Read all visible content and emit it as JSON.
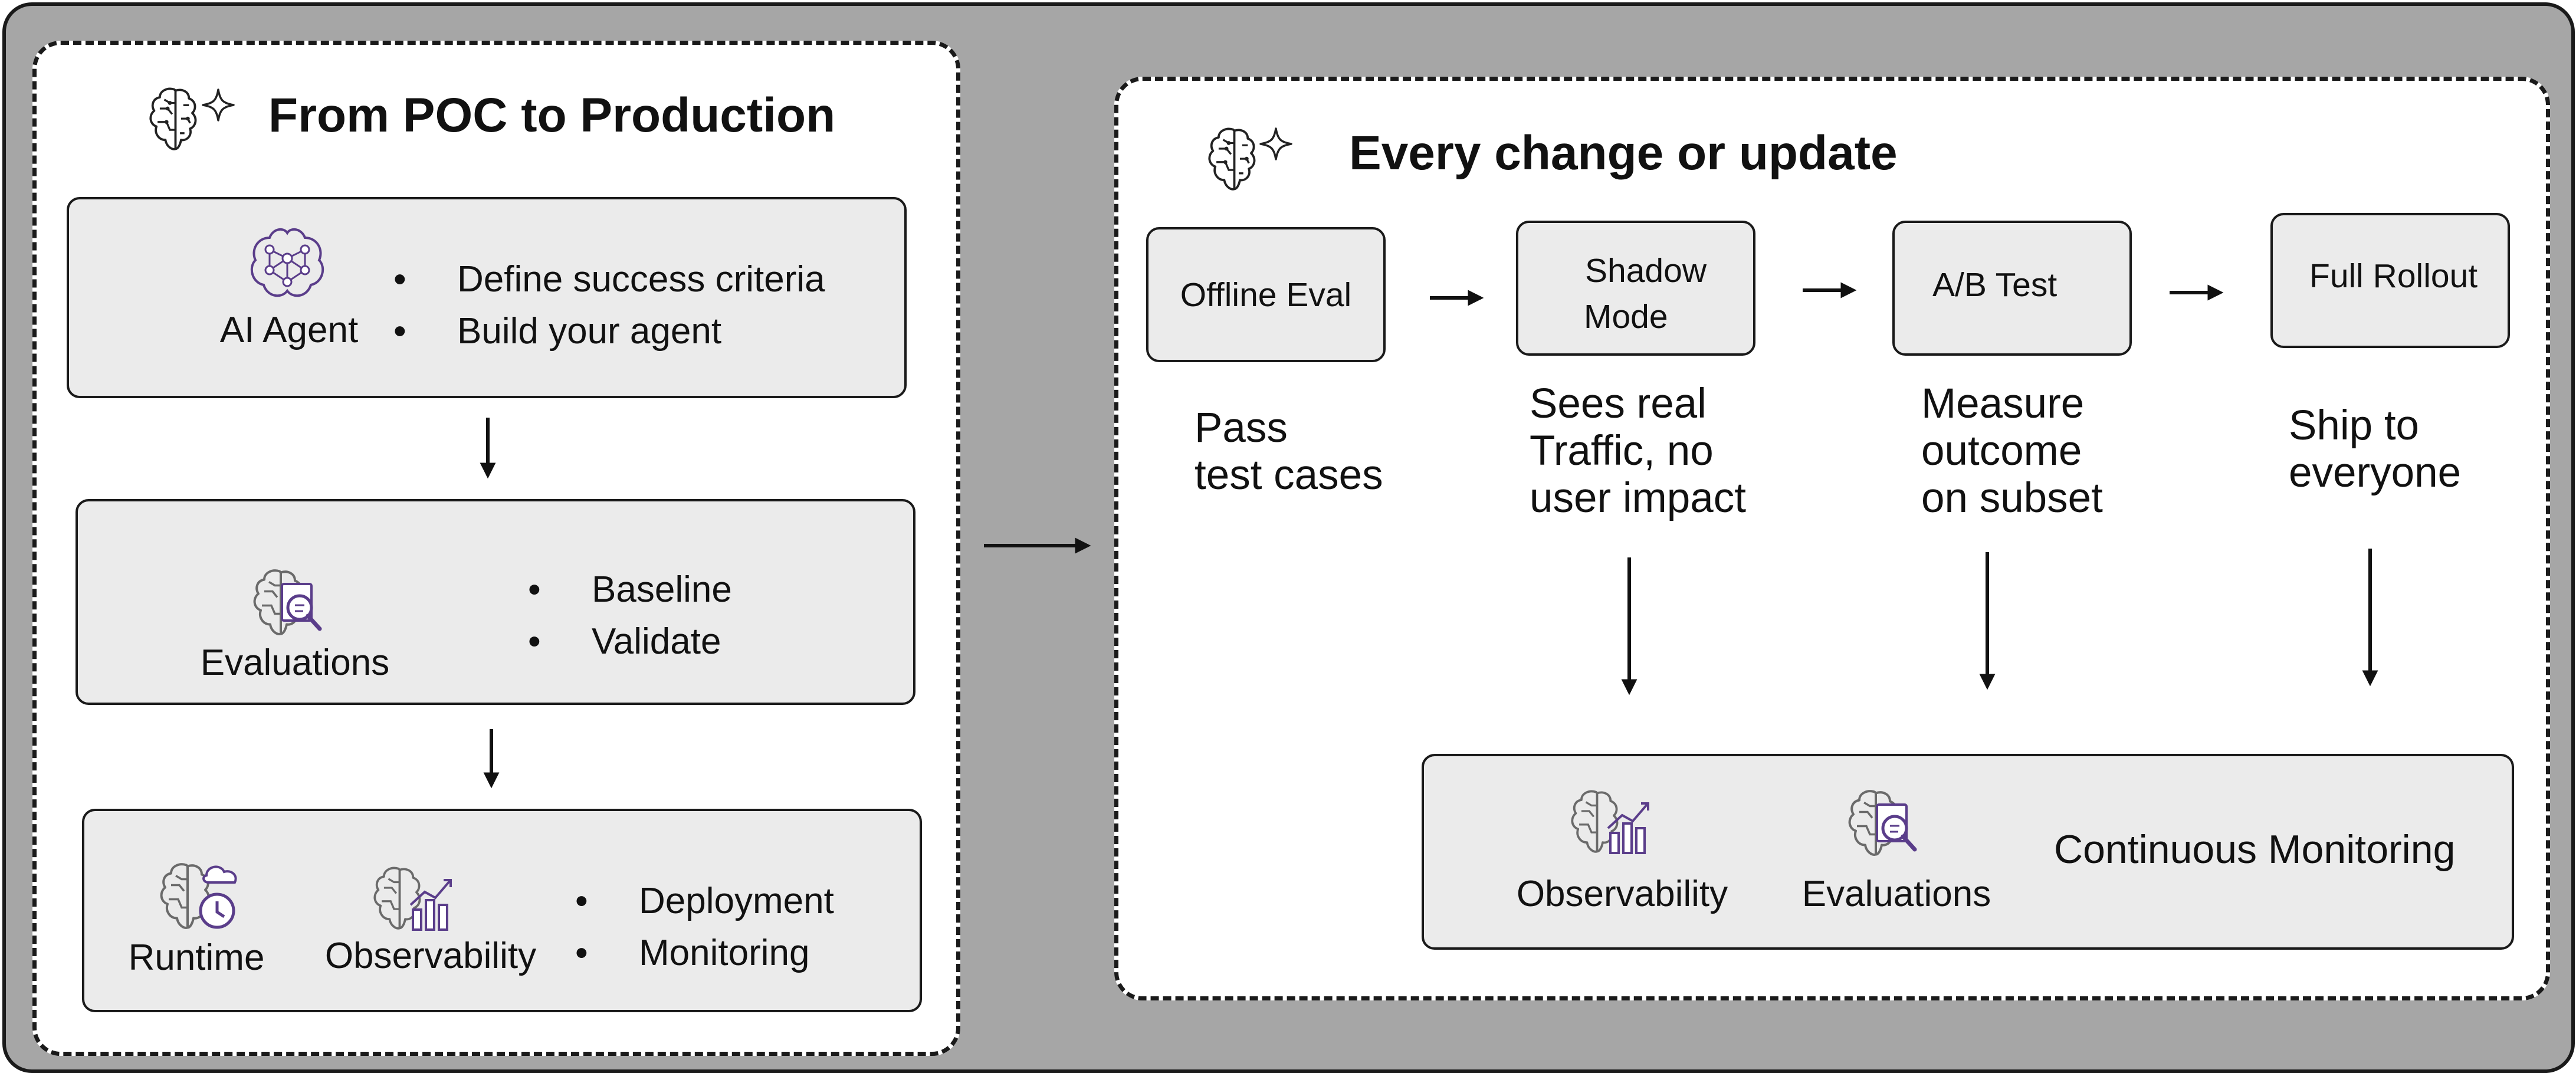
{
  "left_panel": {
    "title": "From POC to Production",
    "stage1": {
      "label": "AI Agent",
      "bullets": [
        "Define success criteria",
        "Build your agent"
      ]
    },
    "stage2": {
      "label": "Evaluations",
      "bullets": [
        "Baseline",
        "Validate"
      ]
    },
    "stage3": {
      "labels": [
        "Runtime",
        "Observability"
      ],
      "bullets": [
        "Deployment",
        "Monitoring"
      ]
    }
  },
  "right_panel": {
    "title": "Every change or update",
    "steps": [
      {
        "label": "Offline Eval",
        "desc_line1": "Pass",
        "desc_line2": "test cases"
      },
      {
        "label_line1": "Shadow",
        "label_line2": "Mode",
        "desc_line1": "Sees real",
        "desc_line2": "Traffic, no",
        "desc_line3": "user impact"
      },
      {
        "label": "A/B Test",
        "desc_line1": "Measure",
        "desc_line2": "outcome",
        "desc_line3": "on subset"
      },
      {
        "label": "Full Rollout",
        "desc_line1": "Ship to",
        "desc_line2": "everyone"
      }
    ],
    "monitoring": {
      "items": [
        "Observability",
        "Evaluations"
      ],
      "label": "Continuous Monitoring"
    }
  },
  "icons": [
    "brain-sparkle-icon",
    "neural-network-icon",
    "brain-search-icon",
    "brain-cloud-clock-icon",
    "brain-chart-icon"
  ],
  "colors": {
    "frame": "#a6a6a6",
    "box": "#ebebeb",
    "icon_accent": "#5a3d8a",
    "stroke": "#1a1a1a"
  }
}
